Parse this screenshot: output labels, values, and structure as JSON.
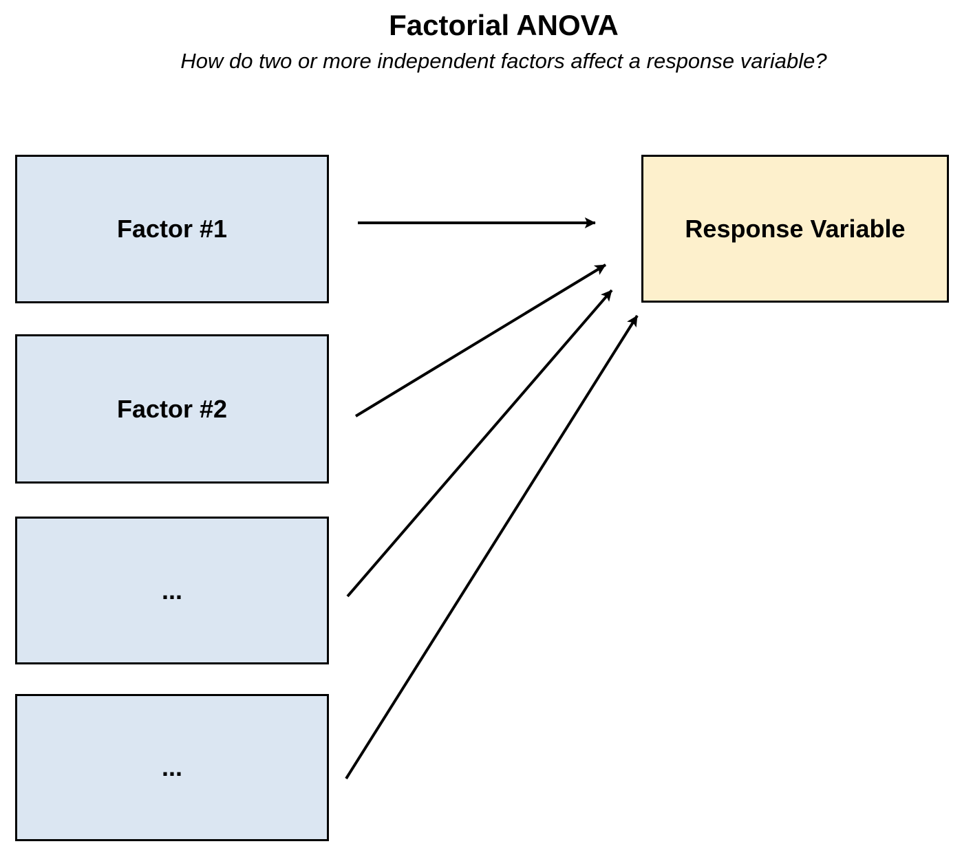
{
  "header": {
    "title": "Factorial ANOVA",
    "subtitle": "How do two or more independent factors affect a response variable?"
  },
  "diagram": {
    "nodes": [
      {
        "id": "factor-1",
        "label": "Factor #1",
        "fill": "#dbe6f2"
      },
      {
        "id": "factor-2",
        "label": "Factor #2",
        "fill": "#dbe6f2"
      },
      {
        "id": "factor-more-1",
        "label": "...",
        "fill": "#dbe6f2"
      },
      {
        "id": "factor-more-2",
        "label": "...",
        "fill": "#dbe6f2"
      },
      {
        "id": "response-variable",
        "label": "Response Variable",
        "fill": "#fdf0cc"
      }
    ],
    "edges": [
      {
        "from": "factor-1",
        "to": "response-variable"
      },
      {
        "from": "factor-2",
        "to": "response-variable"
      },
      {
        "from": "factor-more-1",
        "to": "response-variable"
      },
      {
        "from": "factor-more-2",
        "to": "response-variable"
      }
    ],
    "colors": {
      "factor_fill": "#dbe6f2",
      "response_fill": "#fdf0cc",
      "border": "#000000",
      "arrow": "#000000",
      "text": "#000000",
      "background": "#ffffff"
    }
  }
}
